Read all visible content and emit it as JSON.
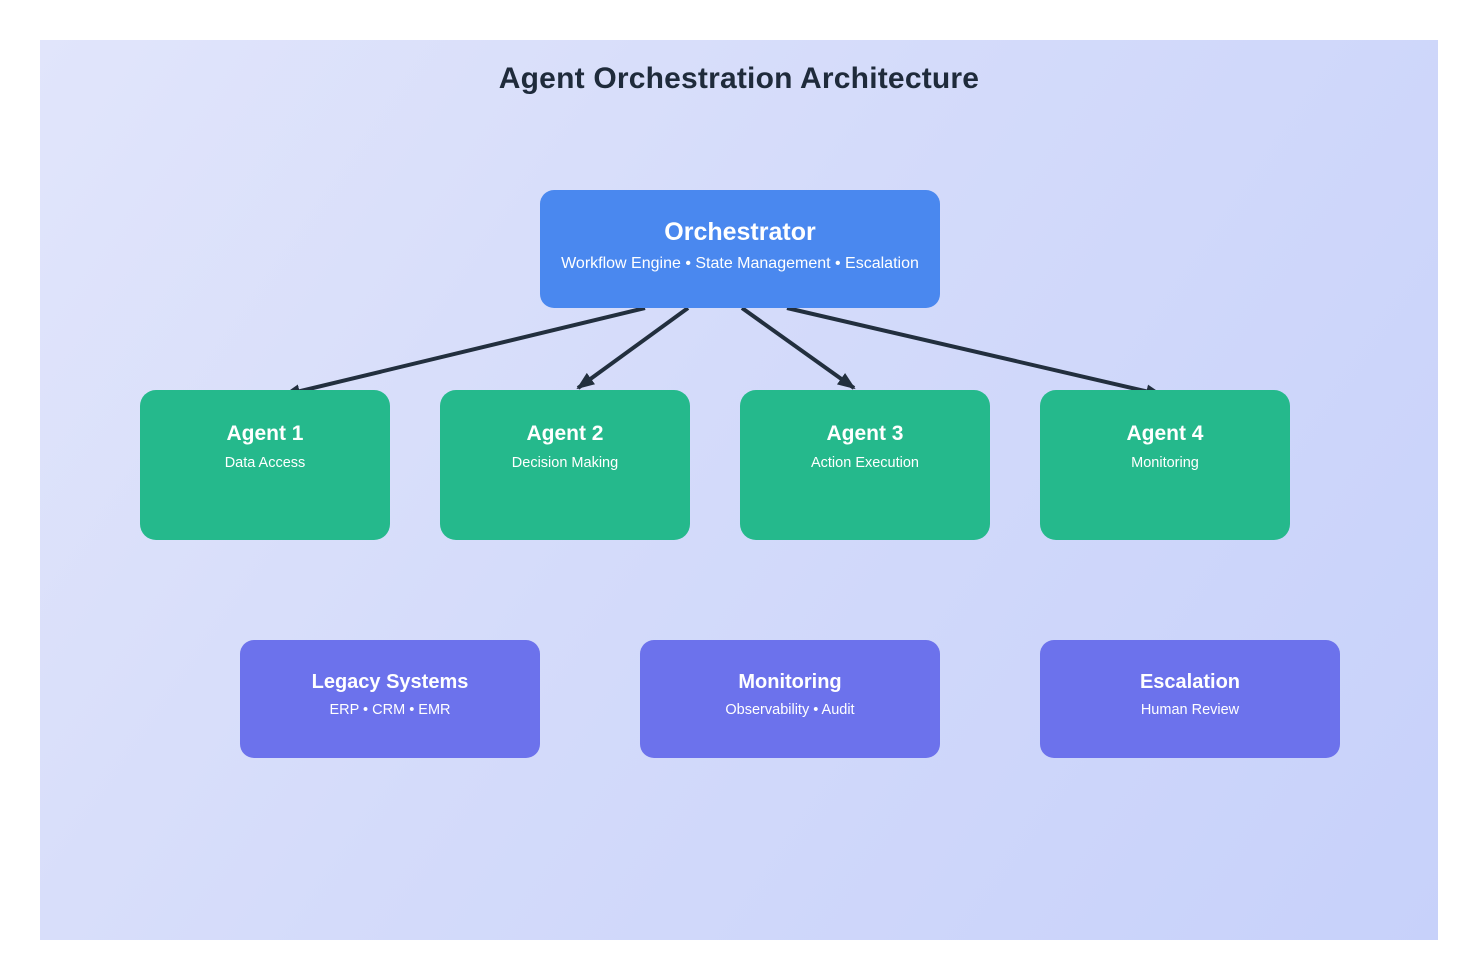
{
  "title": "Agent Orchestration Architecture",
  "orchestrator": {
    "title": "Orchestrator",
    "subtitle": "Workflow Engine • State Management • Escalation"
  },
  "agents": [
    {
      "title": "Agent 1",
      "subtitle": "Data Access"
    },
    {
      "title": "Agent 2",
      "subtitle": "Decision Making"
    },
    {
      "title": "Agent 3",
      "subtitle": "Action Execution"
    },
    {
      "title": "Agent 4",
      "subtitle": "Monitoring"
    }
  ],
  "support_systems": [
    {
      "title": "Legacy Systems",
      "subtitle": "ERP • CRM • EMR"
    },
    {
      "title": "Monitoring",
      "subtitle": "Observability • Audit"
    },
    {
      "title": "Escalation",
      "subtitle": "Human Review"
    }
  ],
  "colors": {
    "canvas_gradient_start": "#e1e5fb",
    "canvas_gradient_end": "#c7d1fa",
    "orchestrator_fill": "#4a88ef",
    "agent_fill": "#25b98c",
    "support_fill": "#6c72ec",
    "arrow": "#222f3e",
    "title_text": "#1f2b3b",
    "node_text": "#ffffff"
  }
}
